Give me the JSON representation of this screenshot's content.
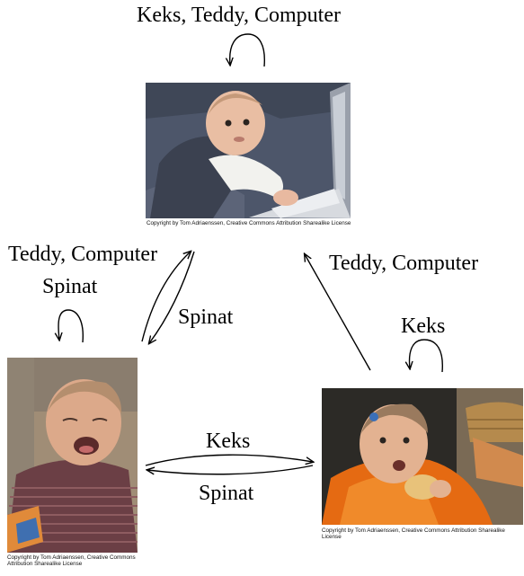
{
  "states": {
    "top": {
      "self_loop_label": "Keks, Teddy, Computer",
      "caption": "Copyright by Tom Adriaenssen, Creative Commons Attribution Sharealike License"
    },
    "left": {
      "self_loop_label": "Spinat",
      "caption": "Copyright by Tom Adriaenssen, Creative Commons Attribution Sharealike License"
    },
    "right": {
      "self_loop_label": "Keks",
      "caption": "Copyright by Tom Adriaenssen, Creative Commons Attribution Sharealike License"
    }
  },
  "transitions": {
    "left_to_top": "Teddy, Computer",
    "top_to_left": "Spinat",
    "right_to_top": "Teddy, Computer",
    "left_to_right": "Keks",
    "right_to_left": "Spinat"
  }
}
